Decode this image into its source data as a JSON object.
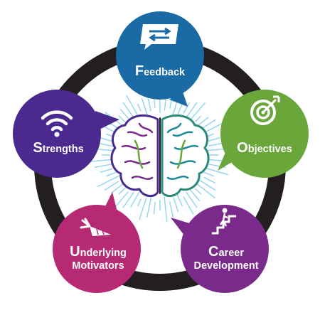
{
  "colors": {
    "ring": "#231f20",
    "feedback": "#1a6aa5",
    "objectives": "#6aa63a",
    "career": "#7a2a8a",
    "motivators": "#b52a73",
    "strengths": "#4a2a8e",
    "burst": "#8fd3ee"
  },
  "nodes": [
    {
      "id": "feedback",
      "initial": "F",
      "lines": [
        {
          "first": "F",
          "rest": "eedback"
        }
      ],
      "icon": "chat-arrows-icon"
    },
    {
      "id": "objectives",
      "initial": "O",
      "lines": [
        {
          "first": "O",
          "rest": "bjectives"
        }
      ],
      "icon": "target-icon"
    },
    {
      "id": "career",
      "lines": [
        {
          "first": "C",
          "rest": "areer"
        },
        {
          "first": "",
          "rest": "Development"
        }
      ],
      "icon": "stairs-icon"
    },
    {
      "id": "motivators",
      "lines": [
        {
          "first": "U",
          "rest": "nderlying"
        },
        {
          "first": "",
          "rest": "Motivators"
        }
      ],
      "icon": "carrot-icon"
    },
    {
      "id": "strengths",
      "lines": [
        {
          "first": "S",
          "rest": "trengths"
        }
      ],
      "icon": "wifi-icon"
    }
  ]
}
